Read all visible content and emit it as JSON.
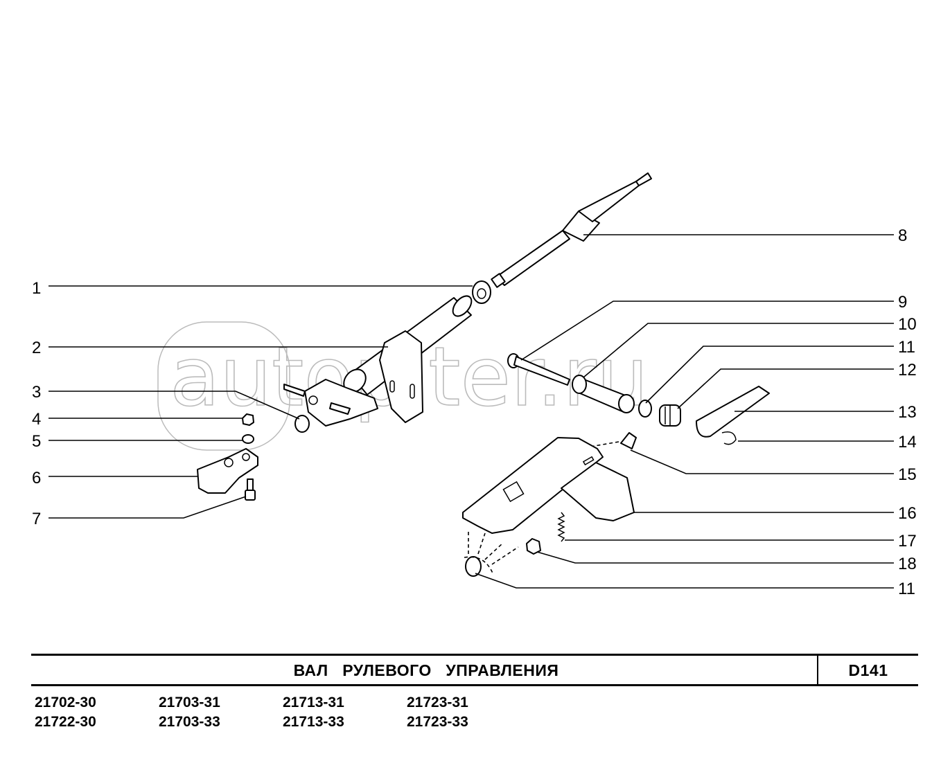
{
  "diagram": {
    "watermark": "autopiter.ru",
    "callouts_left": [
      "1",
      "2",
      "3",
      "4",
      "5",
      "6",
      "7"
    ],
    "callouts_right": [
      "8",
      "9",
      "10",
      "11",
      "12",
      "13",
      "14",
      "15",
      "16",
      "17",
      "18",
      "11"
    ]
  },
  "title_block": {
    "title": "ВАЛ   РУЛЕВОГО   УПРАВЛЕНИЯ",
    "code": "D141",
    "models": [
      [
        "21702-30",
        "21703-31",
        "21713-31",
        "21723-31"
      ],
      [
        "21722-30",
        "21703-33",
        "21713-33",
        "21723-33"
      ]
    ]
  }
}
